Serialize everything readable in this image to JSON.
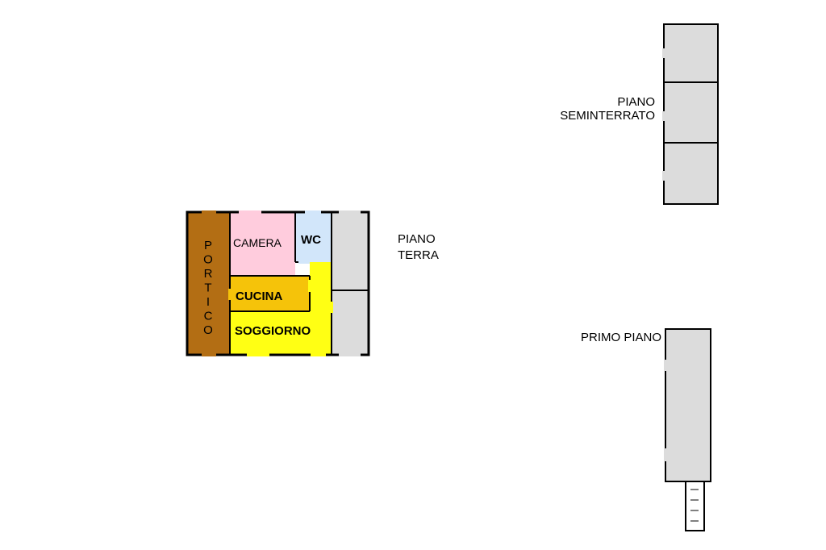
{
  "floors": {
    "ground": {
      "label_line1": "PIANO",
      "label_line2": "TERRA",
      "rooms": {
        "portico": "PORTICO",
        "camera": "CAMERA",
        "wc": "WC",
        "cucina": "CUCINA",
        "soggiorno": "SOGGIORNO"
      }
    },
    "basement": {
      "label_line1": "PIANO",
      "label_line2": "SEMINTERRATO"
    },
    "first": {
      "label": "PRIMO PIANO"
    }
  },
  "colors": {
    "wall": "#000000",
    "portico": "#B36E14",
    "camera": "#FFCCDD",
    "wc": "#D2E6FA",
    "cucina": "#F5C30A",
    "soggiorno": "#FFFF14",
    "other_unit": "#DCDCDC",
    "background": "#FFFFFF"
  }
}
